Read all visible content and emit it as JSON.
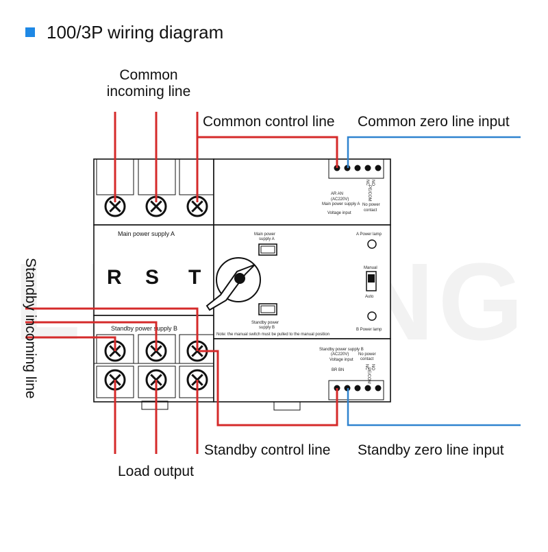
{
  "title": "100/3P wiring diagram",
  "accent_color": "#1e88e5",
  "wire_colors": {
    "live": "#d52a2a",
    "zero": "#2f83cf"
  },
  "watermark": "LE TONG",
  "labels": {
    "common_incoming_line_1": "Common",
    "common_incoming_line_2": "incoming line",
    "common_control_line": "Common control line",
    "common_zero_line_input": "Common zero line input",
    "standby_incoming_line": "Standby incoming line",
    "standby_control_line": "Standby control line",
    "standby_zero_line_input": "Standby zero line input",
    "load_output": "Load output"
  },
  "device": {
    "main_power_supply_a": "Main power supply A",
    "standby_power_supply_b": "Standby power supply B",
    "phases": [
      "R",
      "S",
      "T"
    ],
    "switch_top_1": "Main power",
    "switch_top_2": "supply A",
    "switch_bottom_1": "Standby power",
    "switch_bottom_2": "supply B",
    "a_power_lamp": "A Power lamp",
    "b_power_lamp": "B Power lamp",
    "manual": "Manual",
    "auto": "Auto",
    "note": "Note: the manual switch must be pulled to the manual position",
    "top_block": {
      "terminals": "AR  AN",
      "caption_1": "Main power supply A",
      "caption_2": "(AC220V)",
      "caption_3": "Voltage input",
      "no_power": "No power",
      "contact": "contact",
      "side_1": "NO",
      "side_2": "NC",
      "side_3": "PE/COM"
    },
    "bottom_block": {
      "caption_1": "Standby power supply B",
      "caption_2": "(AC220V)",
      "caption_3": "Voltage input",
      "terminals": "BR  BN",
      "no_power": "No power",
      "contact": "contact",
      "side_1": "NO",
      "side_2": "NC",
      "side_3": "PE/COM"
    }
  }
}
